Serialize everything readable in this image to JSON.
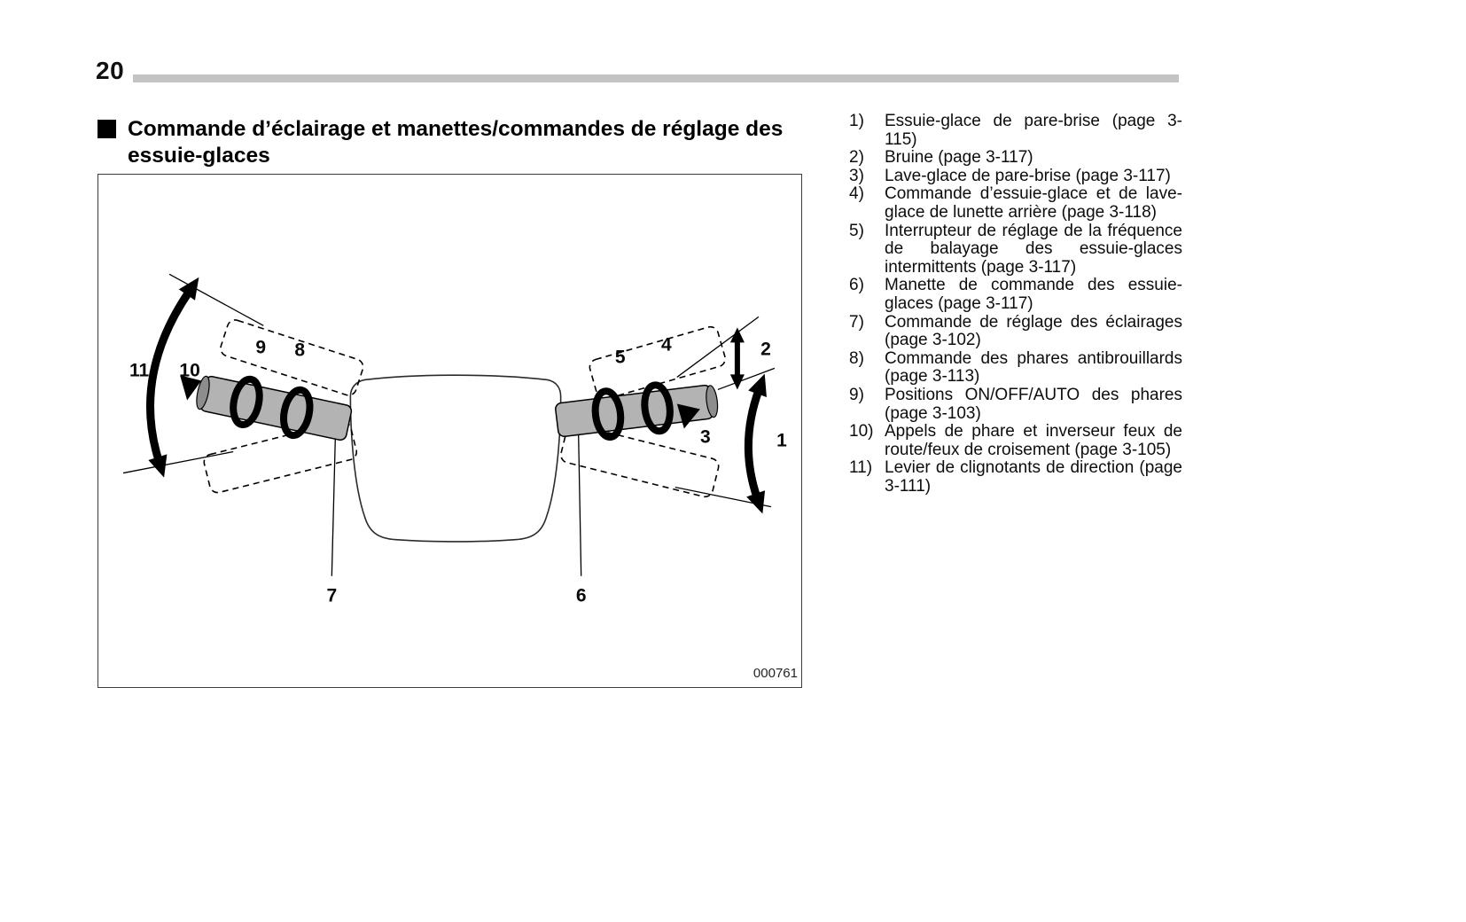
{
  "page": {
    "number": "20",
    "heading": "Commande d’éclairage et manettes/commandes de réglage des essuie-glaces"
  },
  "figure": {
    "code": "000761",
    "labels": [
      "1",
      "2",
      "3",
      "4",
      "5",
      "6",
      "7",
      "8",
      "9",
      "10",
      "11"
    ]
  },
  "legend": {
    "items": [
      {
        "num": "1)",
        "text": "Essuie-glace de pare-brise (page 3-115)"
      },
      {
        "num": "2)",
        "text": "Bruine (page 3-117)"
      },
      {
        "num": "3)",
        "text": "Lave-glace de pare-brise (page 3-117)"
      },
      {
        "num": "4)",
        "text": "Commande d’essuie-glace et de lave-glace de lunette arrière (page 3-118)"
      },
      {
        "num": "5)",
        "text": "Interrupteur de réglage de la fréquence de balayage des essuie-glaces intermittents (page 3-117)"
      },
      {
        "num": "6)",
        "text": "Manette de commande des essuie-glaces (page 3-117)"
      },
      {
        "num": "7)",
        "text": "Commande de réglage des éclairages (page 3-102)"
      },
      {
        "num": "8)",
        "text": "Commande des phares antibrouillards (page 3-113)"
      },
      {
        "num": "9)",
        "text": "Positions ON/OFF/AUTO des phares (page 3-103)"
      },
      {
        "num": "10)",
        "text": "Appels de phare et inverseur feux de route/feux de croisement (page 3-105)"
      },
      {
        "num": "11)",
        "text": "Levier de clignotants de direction (page 3-111)"
      }
    ]
  }
}
